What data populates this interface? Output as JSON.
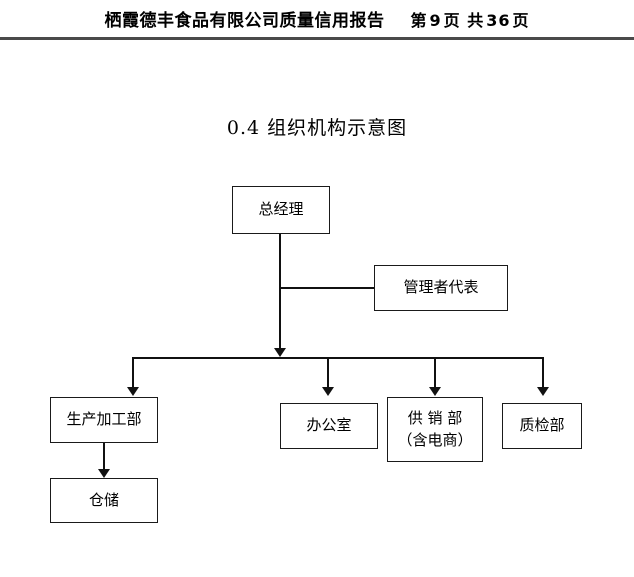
{
  "header": {
    "title": "栖霞德丰食品有限公司质量信用报告",
    "page_prefix": "第",
    "current_page": "9",
    "page_word": "页",
    "total_prefix": "共",
    "total_pages": "36",
    "total_word": "页"
  },
  "section": {
    "number": "0.4",
    "title": "0.4 组织机构示意图"
  },
  "chart_data": {
    "type": "diagram",
    "diagram_kind": "organizational-chart",
    "title": "0.4 组织机构示意图",
    "nodes": [
      {
        "id": "gm",
        "label": "总经理",
        "level": 0
      },
      {
        "id": "mgmt_rep",
        "label": "管理者代表",
        "level": 1
      },
      {
        "id": "prod",
        "label": "生产加工部",
        "level": 2
      },
      {
        "id": "office",
        "label": "办公室",
        "level": 2
      },
      {
        "id": "sales",
        "label": "供 销 部",
        "label_line2": "（含电商）",
        "level": 2
      },
      {
        "id": "qc",
        "label": "质检部",
        "level": 2
      },
      {
        "id": "warehouse",
        "label": "仓储",
        "level": 3
      }
    ],
    "edges": [
      {
        "from": "gm",
        "to": "mgmt_rep",
        "style": "elbow"
      },
      {
        "from": "gm",
        "to": "prod",
        "style": "arrow"
      },
      {
        "from": "gm",
        "to": "office",
        "style": "arrow"
      },
      {
        "from": "gm",
        "to": "sales",
        "style": "arrow"
      },
      {
        "from": "gm",
        "to": "qc",
        "style": "arrow"
      },
      {
        "from": "prod",
        "to": "warehouse",
        "style": "arrow"
      }
    ],
    "colors": {
      "border": "#1a1a1a",
      "connector": "#111111",
      "background": "#ffffff"
    }
  },
  "nodes": {
    "gm": "总经理",
    "mgmt_rep": "管理者代表",
    "prod": "生产加工部",
    "office": "办公室",
    "sales_line1": "供 销 部",
    "sales_line2": "（含电商）",
    "qc": "质检部",
    "warehouse": "仓储"
  }
}
